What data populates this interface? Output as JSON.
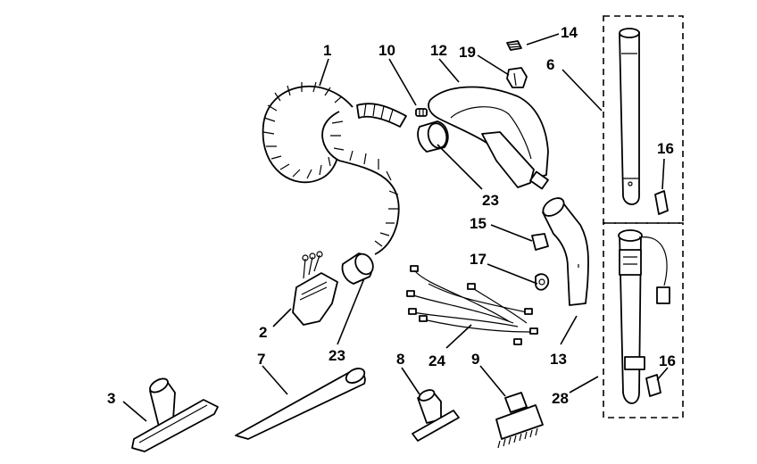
{
  "callouts": [
    {
      "id": "c1",
      "text": "1"
    },
    {
      "id": "c10",
      "text": "10"
    },
    {
      "id": "c12",
      "text": "12"
    },
    {
      "id": "c19",
      "text": "19"
    },
    {
      "id": "c14",
      "text": "14"
    },
    {
      "id": "c6",
      "text": "6"
    },
    {
      "id": "c16a",
      "text": "16"
    },
    {
      "id": "c23a",
      "text": "23"
    },
    {
      "id": "c15",
      "text": "15"
    },
    {
      "id": "c17",
      "text": "17"
    },
    {
      "id": "c2",
      "text": "2"
    },
    {
      "id": "c23b",
      "text": "23"
    },
    {
      "id": "c24",
      "text": "24"
    },
    {
      "id": "c13",
      "text": "13"
    },
    {
      "id": "c3",
      "text": "3"
    },
    {
      "id": "c7",
      "text": "7"
    },
    {
      "id": "c8",
      "text": "8"
    },
    {
      "id": "c9",
      "text": "9"
    },
    {
      "id": "c28",
      "text": "28"
    },
    {
      "id": "c16b",
      "text": "16"
    }
  ]
}
